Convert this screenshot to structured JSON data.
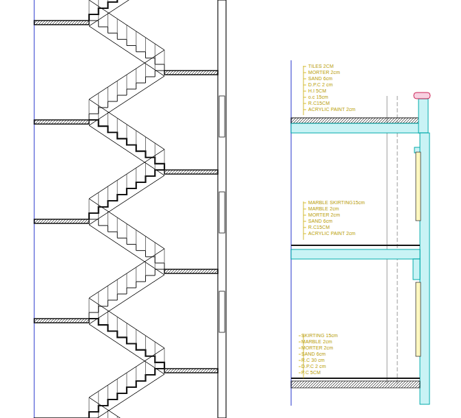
{
  "diagram": {
    "labels": [
      "TILES 2CM",
      "MORTER 2cm",
      "SAND 6cm",
      "D.P.C 2 cm",
      "H.I 5CM",
      "o.c 15cm",
      "R.C15CM",
      "ACRYLIC PAINT 2cm",
      "MARBLE SKIRTING15cm",
      "MARBLE 2cm",
      "MORTER 2cm",
      "SAND 6cm",
      "R.C15CM",
      "ACRYLIC PAINT 2cm",
      "SKIRTING 15cm",
      "MARBLE 2cm",
      "MORTER 2cm",
      "SAND 6cm",
      "R.C 30 cm",
      "D.P.C 2 cm",
      "P.C 5CM"
    ]
  }
}
